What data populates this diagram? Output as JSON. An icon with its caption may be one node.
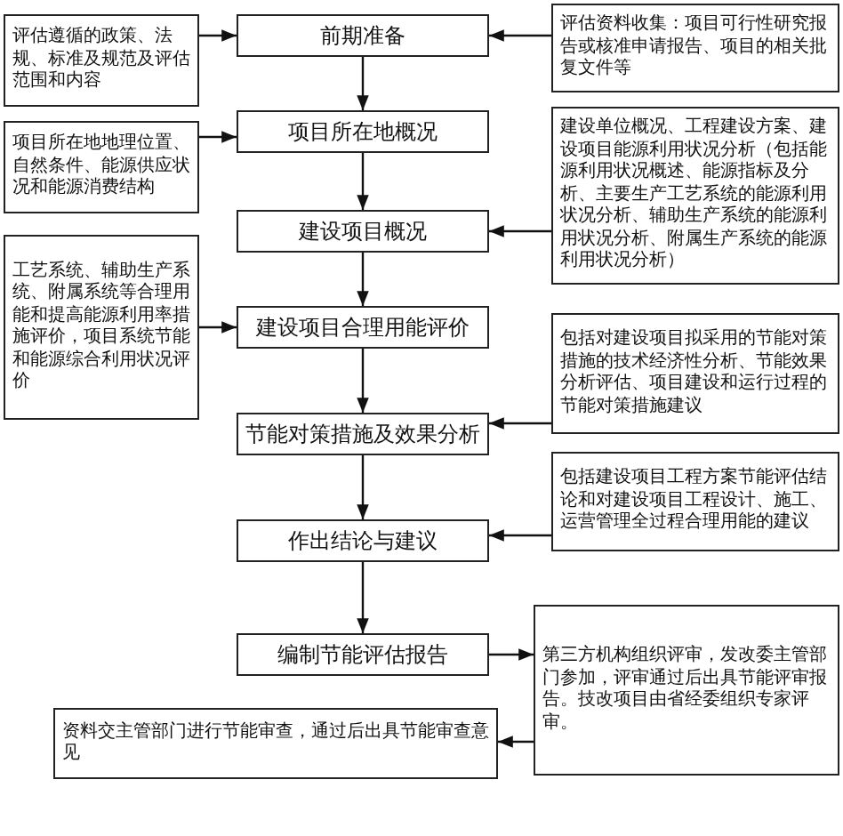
{
  "diagram": {
    "nodes": [
      {
        "text": [
          "前期准备"
        ]
      },
      {
        "text": [
          "评估遵循的政策、法规、标准及规范及评估范围和内容"
        ]
      },
      {
        "text": [
          "评估资料收集：项目可行性研究报告或核准申请报告、项目的相关批复文件等"
        ]
      },
      {
        "text": [
          "项目所在地概况"
        ]
      },
      {
        "text": [
          "项目所在地地理位置、自然条件、能源供应状况和能源消费结构"
        ]
      },
      {
        "text": [
          "建设项目概况"
        ]
      },
      {
        "text": [
          "建设单位概况、工程建设方案、建设项目能源利用状况分析（包括能源利用状况概述、能源指标及分析、主要生产工艺系统的能源利用状况分析、辅助生产系统的能源利用状况分析、附属生产系统的能源利用状况分析）"
        ]
      },
      {
        "text": [
          "工艺系统、辅助生产系统、附属系统等合理用能和提高能源利用率措施评价，项目系统节能和能源综合利用状况评价"
        ]
      },
      {
        "text": [
          "建设项目合理用能评价"
        ]
      },
      {
        "text": [
          "包括对建设项目拟采用的节能对策措施的技术经济性分析、节能效果分析评估、项目建设和运行过程的节能对策措施建议"
        ]
      },
      {
        "text": [
          "节能对策措施及效果分析"
        ]
      },
      {
        "text": [
          "作出结论与建议"
        ]
      },
      {
        "text": [
          "包括建设项目工程方案节能评估结论和对建设项目工程设计、施工、运营管理全过程合理用能的建议"
        ]
      },
      {
        "text": [
          "编制节能评估报告"
        ]
      },
      {
        "text": [
          "第三方机构组织评审，发改委主管部门参加，评审通过后出具节能评审报告。技改项目由省经委组织专家评审。"
        ]
      },
      {
        "text": [
          "资料交主管部门进行节能审查，通过后出具节能审查意见"
        ]
      }
    ],
    "edges": [
      {
        "from": 1,
        "to": 0,
        "arrow": "to"
      },
      {
        "from": 2,
        "to": 0,
        "arrow": "to"
      },
      {
        "from": 0,
        "to": 3,
        "arrow": "to"
      },
      {
        "from": 4,
        "to": 3,
        "arrow": "to"
      },
      {
        "from": 3,
        "to": 5,
        "arrow": "to"
      },
      {
        "from": 6,
        "to": 5,
        "arrow": "to"
      },
      {
        "from": 5,
        "to": 8,
        "arrow": "to"
      },
      {
        "from": 7,
        "to": 8,
        "arrow": "to"
      },
      {
        "from": 8,
        "to": 10,
        "arrow": "to"
      },
      {
        "from": 9,
        "to": 10,
        "arrow": "to"
      },
      {
        "from": 10,
        "to": 11,
        "arrow": "to"
      },
      {
        "from": 12,
        "to": 11,
        "arrow": "to"
      },
      {
        "from": 11,
        "to": 13,
        "arrow": "to"
      },
      {
        "from": 13,
        "to": 14,
        "arrow": "to"
      },
      {
        "from": 14,
        "to": 15,
        "arrow": "to"
      }
    ]
  }
}
